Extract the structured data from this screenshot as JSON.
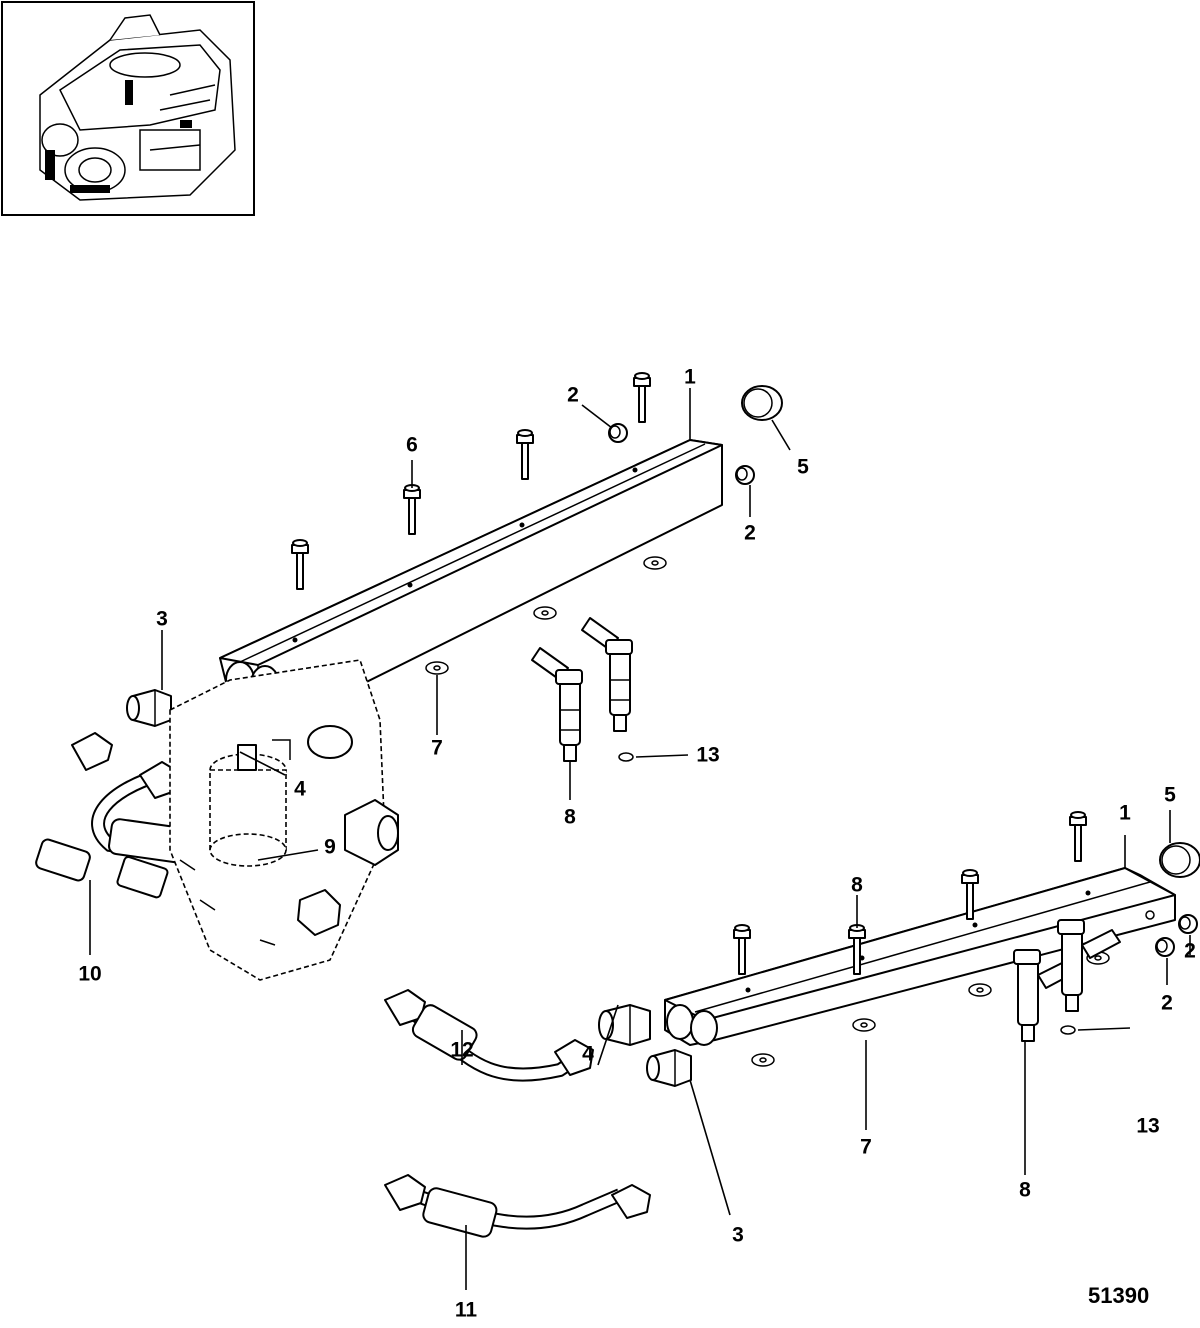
{
  "figure_id": "51390",
  "callouts": [
    {
      "key": "c1a",
      "text": "1"
    },
    {
      "key": "c2a",
      "text": "2"
    },
    {
      "key": "c2b",
      "text": "2"
    },
    {
      "key": "c5a",
      "text": "5"
    },
    {
      "key": "c6",
      "text": "6"
    },
    {
      "key": "c3a",
      "text": "3"
    },
    {
      "key": "c4a",
      "text": "4"
    },
    {
      "key": "c7a",
      "text": "7"
    },
    {
      "key": "c13a",
      "text": "13"
    },
    {
      "key": "c8a",
      "text": "8"
    },
    {
      "key": "c9",
      "text": "9"
    },
    {
      "key": "c10",
      "text": "10"
    },
    {
      "key": "c1b",
      "text": "1"
    },
    {
      "key": "c5b",
      "text": "5"
    },
    {
      "key": "c8b",
      "text": "8"
    },
    {
      "key": "c2c",
      "text": "2"
    },
    {
      "key": "c2d",
      "text": "2"
    },
    {
      "key": "c12",
      "text": "12"
    },
    {
      "key": "c4b",
      "text": "4"
    },
    {
      "key": "c7b",
      "text": "7"
    },
    {
      "key": "c13b",
      "text": "13"
    },
    {
      "key": "c8c",
      "text": "8"
    },
    {
      "key": "c3b",
      "text": "3"
    },
    {
      "key": "c11",
      "text": "11"
    }
  ]
}
